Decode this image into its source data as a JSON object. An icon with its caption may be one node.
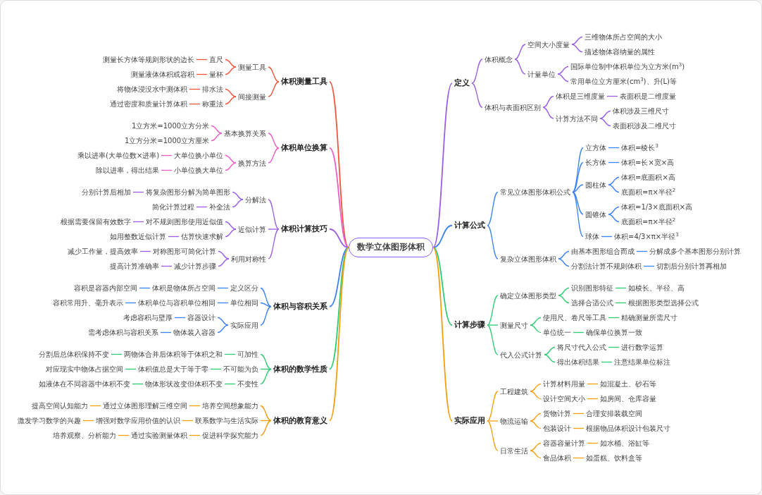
{
  "diagram": {
    "nodes": [
      {
        "text": [
          "数学立体图形体积"
        ]
      },
      {
        "text": [
          "定义"
        ]
      },
      {
        "text": [
          "体积概念"
        ]
      },
      {
        "text": [
          "空间大小度量"
        ]
      },
      {
        "text": [
          "三维物体所占空间的大小"
        ]
      },
      {
        "text": [
          "描述物体容纳量的属性"
        ]
      },
      {
        "text": [
          "计量单位"
        ]
      },
      {
        "text": [
          "国际单位制中体积单位为立方米(m$^{3}$)"
        ]
      },
      {
        "text": [
          "常用单位立方厘米(cm$^{3}$)、升(L)等"
        ]
      },
      {
        "text": [
          "体积与表面积区别"
        ]
      },
      {
        "text": [
          "体积是三维度量"
        ]
      },
      {
        "text": [
          "表面积是二维度量"
        ]
      },
      {
        "text": [
          "计算方法不同"
        ]
      },
      {
        "text": [
          "体积涉及三维尺寸"
        ]
      },
      {
        "text": [
          "表面积涉及二维尺寸"
        ]
      },
      {
        "text": [
          "计算公式"
        ]
      },
      {
        "text": [
          "常见立体图形体积公式"
        ]
      },
      {
        "text": [
          "立方体"
        ]
      },
      {
        "text": [
          "体积=棱长$^{3}$"
        ]
      },
      {
        "text": [
          "长方体"
        ]
      },
      {
        "text": [
          "体积=长×宽×高"
        ]
      },
      {
        "text": [
          "圆柱体"
        ]
      },
      {
        "text": [
          "体积=底面积×高"
        ]
      },
      {
        "text": [
          "底面积=π×半径$^{2}$"
        ]
      },
      {
        "text": [
          "圆锥体"
        ]
      },
      {
        "text": [
          "体积=1/3×底面积×高"
        ]
      },
      {
        "text": [
          "底面积=π×半径$^{2}$"
        ]
      },
      {
        "text": [
          "球体"
        ]
      },
      {
        "text": [
          "体积=4/3×π×半径$^{3}$"
        ]
      },
      {
        "text": [
          "复杂立体图形体积"
        ]
      },
      {
        "text": [
          "由基本图形组合而成"
        ]
      },
      {
        "text": [
          "分解成多个基本图形分别计算"
        ]
      },
      {
        "text": [
          "分割法计算不规则体积"
        ]
      },
      {
        "text": [
          "切割后分别计算再相加"
        ]
      },
      {
        "text": [
          "计算步骤"
        ]
      },
      {
        "text": [
          "确定立体图形类型"
        ]
      },
      {
        "text": [
          "识别图形特征"
        ]
      },
      {
        "text": [
          "如棱长、半径、高"
        ]
      },
      {
        "text": [
          "选择合适公式"
        ]
      },
      {
        "text": [
          "根据图形类型选择公式"
        ]
      },
      {
        "text": [
          "测量尺寸"
        ]
      },
      {
        "text": [
          "使用尺、卷尺等工具"
        ]
      },
      {
        "text": [
          "精确测量所需尺寸"
        ]
      },
      {
        "text": [
          "单位统一"
        ]
      },
      {
        "text": [
          "确保单位换算一致"
        ]
      },
      {
        "text": [
          "代入公式计算"
        ]
      },
      {
        "text": [
          "将尺寸代入公式"
        ]
      },
      {
        "text": [
          "进行数学运算"
        ]
      },
      {
        "text": [
          "得出体积结果"
        ]
      },
      {
        "text": [
          "注意结果单位标注"
        ]
      },
      {
        "text": [
          "实际应用"
        ]
      },
      {
        "text": [
          "工程建筑"
        ]
      },
      {
        "text": [
          "计算材料用量"
        ]
      },
      {
        "text": [
          "如混凝土、砂石等"
        ]
      },
      {
        "text": [
          "设计空间大小"
        ]
      },
      {
        "text": [
          "如房间、仓库容量"
        ]
      },
      {
        "text": [
          "物流运输"
        ]
      },
      {
        "text": [
          "货物计算"
        ]
      },
      {
        "text": [
          "合理安排装载空间"
        ]
      },
      {
        "text": [
          "包装设计"
        ]
      },
      {
        "text": [
          "根据物品体积设计包装尺寸"
        ]
      },
      {
        "text": [
          "日常生活"
        ]
      },
      {
        "text": [
          "容器容量计算"
        ]
      },
      {
        "text": [
          "如水桶、浴缸等"
        ]
      },
      {
        "text": [
          "食品体积"
        ]
      },
      {
        "text": [
          "如蛋糕、饮料盒等"
        ]
      },
      {
        "text": [
          "体积测量工具"
        ]
      },
      {
        "text": [
          "测量工具"
        ]
      },
      {
        "text": [
          "直尺"
        ]
      },
      {
        "text": [
          "测量长方体等规则形状的边长"
        ]
      },
      {
        "text": [
          "量杯"
        ]
      },
      {
        "text": [
          "测量液体体积或容积"
        ]
      },
      {
        "text": [
          "间接测量"
        ]
      },
      {
        "text": [
          "排水法"
        ]
      },
      {
        "text": [
          "将物体浸没水中测体积"
        ]
      },
      {
        "text": [
          "称重法"
        ]
      },
      {
        "text": [
          "通过密度和质量计算体积"
        ]
      },
      {
        "text": [
          "体积单位换算"
        ]
      },
      {
        "text": [
          "基本换算关系"
        ]
      },
      {
        "text": [
          "1立方米=1000立方分米"
        ]
      },
      {
        "text": [
          "1立方分米=1000立方厘米"
        ]
      },
      {
        "text": [
          "换算方法"
        ]
      },
      {
        "text": [
          "大单位换小单位"
        ]
      },
      {
        "text": [
          "乘以进率(大单位数×进率)"
        ]
      },
      {
        "text": [
          "小单位换大单位"
        ]
      },
      {
        "text": [
          "除以进率，得出结果"
        ]
      },
      {
        "text": [
          "体积计算技巧"
        ]
      },
      {
        "text": [
          "分解法"
        ]
      },
      {
        "text": [
          "将复杂图形分解为简单图形"
        ]
      },
      {
        "text": [
          "分别计算后相加"
        ]
      },
      {
        "text": [
          "补全法"
        ]
      },
      {
        "text": [
          "简化计算过程"
        ]
      },
      {
        "text": [
          "近似计算"
        ]
      },
      {
        "text": [
          "对不规则图形使用近似值"
        ]
      },
      {
        "text": [
          "根据需要保留有效数字"
        ]
      },
      {
        "text": [
          "估算快速求解"
        ]
      },
      {
        "text": [
          "如用整数近似计算"
        ]
      },
      {
        "text": [
          "利用对称性"
        ]
      },
      {
        "text": [
          "对称图形可简化计算"
        ]
      },
      {
        "text": [
          "减少工作量，提高效率"
        ]
      },
      {
        "text": [
          "减少计算步骤"
        ]
      },
      {
        "text": [
          "提高计算准确率"
        ]
      },
      {
        "text": [
          "体积与容积关系"
        ]
      },
      {
        "text": [
          "定义区分"
        ]
      },
      {
        "text": [
          "体积是物体所占空间"
        ]
      },
      {
        "text": [
          "容积是容器内部空间"
        ]
      },
      {
        "text": [
          "单位相同"
        ]
      },
      {
        "text": [
          "体积单位与容积单位相同"
        ]
      },
      {
        "text": [
          "容积常用升、毫升表示"
        ]
      },
      {
        "text": [
          "实际应用"
        ]
      },
      {
        "text": [
          "容器设计"
        ]
      },
      {
        "text": [
          "考虑容积与壁厚"
        ]
      },
      {
        "text": [
          "物体装入容器"
        ]
      },
      {
        "text": [
          "需考虑体积与容积关系"
        ]
      },
      {
        "text": [
          "体积的数学性质"
        ]
      },
      {
        "text": [
          "可加性"
        ]
      },
      {
        "text": [
          "两物体合并后体积等于体积之和"
        ]
      },
      {
        "text": [
          "分割后总体积保持不变"
        ]
      },
      {
        "text": [
          "不可能为负"
        ]
      },
      {
        "text": [
          "体积值总是大于等于零"
        ]
      },
      {
        "text": [
          "对应现实中物体占据空间"
        ]
      },
      {
        "text": [
          "不变性"
        ]
      },
      {
        "text": [
          "物体形状改变但体积不变"
        ]
      },
      {
        "text": [
          "如液体在不同容器中体积不变"
        ]
      },
      {
        "text": [
          "体积的教育意义"
        ]
      },
      {
        "text": [
          "培养空间想象能力"
        ]
      },
      {
        "text": [
          "通过立体图形理解三维空间"
        ]
      },
      {
        "text": [
          "提高空间认知能力"
        ]
      },
      {
        "text": [
          "联系数学与生活实际"
        ]
      },
      {
        "text": [
          "增强对数学应用价值的认识"
        ]
      },
      {
        "text": [
          "激发学习数学的兴趣"
        ]
      },
      {
        "text": [
          "促进科学探究能力"
        ]
      },
      {
        "text": [
          "通过实验测量体积"
        ]
      },
      {
        "text": [
          "培养观察、分析能力"
        ]
      }
    ],
    "edges": [
      {
        "from": 0,
        "to": 1,
        "arrow": "none",
        "color": "#9b5de5"
      },
      {
        "from": 1,
        "to": 2,
        "arrow": "none",
        "color": "#9b5de5"
      },
      {
        "from": 2,
        "to": 3,
        "arrow": "none",
        "color": "#9b5de5"
      },
      {
        "from": 3,
        "to": 4,
        "arrow": "none",
        "color": "#9b5de5"
      },
      {
        "from": 3,
        "to": 5,
        "arrow": "none",
        "color": "#9b5de5"
      },
      {
        "from": 2,
        "to": 6,
        "arrow": "none",
        "color": "#9b5de5"
      },
      {
        "from": 6,
        "to": 7,
        "arrow": "none",
        "color": "#9b5de5"
      },
      {
        "from": 6,
        "to": 8,
        "arrow": "none",
        "color": "#9b5de5"
      },
      {
        "from": 1,
        "to": 9,
        "arrow": "none",
        "color": "#9b5de5"
      },
      {
        "from": 9,
        "to": 10,
        "arrow": "none",
        "color": "#9b5de5"
      },
      {
        "from": 10,
        "to": 11,
        "arrow": "none",
        "color": "#9b5de5"
      },
      {
        "from": 9,
        "to": 12,
        "arrow": "none",
        "color": "#9b5de5"
      },
      {
        "from": 12,
        "to": 13,
        "arrow": "none",
        "color": "#9b5de5"
      },
      {
        "from": 12,
        "to": 14,
        "arrow": "none",
        "color": "#9b5de5"
      },
      {
        "from": 0,
        "to": 15,
        "arrow": "none",
        "color": "#3b82f6"
      },
      {
        "from": 15,
        "to": 16,
        "arrow": "none",
        "color": "#3b82f6"
      },
      {
        "from": 16,
        "to": 17,
        "arrow": "none",
        "color": "#3b82f6"
      },
      {
        "from": 17,
        "to": 18,
        "arrow": "none",
        "color": "#3b82f6"
      },
      {
        "from": 16,
        "to": 19,
        "arrow": "none",
        "color": "#3b82f6"
      },
      {
        "from": 19,
        "to": 20,
        "arrow": "none",
        "color": "#3b82f6"
      },
      {
        "from": 16,
        "to": 21,
        "arrow": "none",
        "color": "#3b82f6"
      },
      {
        "from": 21,
        "to": 22,
        "arrow": "none",
        "color": "#3b82f6"
      },
      {
        "from": 21,
        "to": 23,
        "arrow": "none",
        "color": "#3b82f6"
      },
      {
        "from": 16,
        "to": 24,
        "arrow": "none",
        "color": "#3b82f6"
      },
      {
        "from": 24,
        "to": 25,
        "arrow": "none",
        "color": "#3b82f6"
      },
      {
        "from": 24,
        "to": 26,
        "arrow": "none",
        "color": "#3b82f6"
      },
      {
        "from": 16,
        "to": 27,
        "arrow": "none",
        "color": "#3b82f6"
      },
      {
        "from": 27,
        "to": 28,
        "arrow": "none",
        "color": "#3b82f6"
      },
      {
        "from": 15,
        "to": 29,
        "arrow": "none",
        "color": "#3b82f6"
      },
      {
        "from": 29,
        "to": 30,
        "arrow": "none",
        "color": "#3b82f6"
      },
      {
        "from": 30,
        "to": 31,
        "arrow": "none",
        "color": "#3b82f6"
      },
      {
        "from": 29,
        "to": 32,
        "arrow": "none",
        "color": "#3b82f6"
      },
      {
        "from": 32,
        "to": 33,
        "arrow": "none",
        "color": "#3b82f6"
      },
      {
        "from": 0,
        "to": 34,
        "arrow": "none",
        "color": "#2ecc71"
      },
      {
        "from": 34,
        "to": 35,
        "arrow": "none",
        "color": "#2ecc71"
      },
      {
        "from": 35,
        "to": 36,
        "arrow": "none",
        "color": "#2ecc71"
      },
      {
        "from": 36,
        "to": 37,
        "arrow": "none",
        "color": "#2ecc71"
      },
      {
        "from": 35,
        "to": 38,
        "arrow": "none",
        "color": "#2ecc71"
      },
      {
        "from": 38,
        "to": 39,
        "arrow": "none",
        "color": "#2ecc71"
      },
      {
        "from": 34,
        "to": 40,
        "arrow": "none",
        "color": "#2ecc71"
      },
      {
        "from": 40,
        "to": 41,
        "arrow": "none",
        "color": "#2ecc71"
      },
      {
        "from": 41,
        "to": 42,
        "arrow": "none",
        "color": "#2ecc71"
      },
      {
        "from": 40,
        "to": 43,
        "arrow": "none",
        "color": "#2ecc71"
      },
      {
        "from": 43,
        "to": 44,
        "arrow": "none",
        "color": "#2ecc71"
      },
      {
        "from": 34,
        "to": 45,
        "arrow": "none",
        "color": "#2ecc71"
      },
      {
        "from": 45,
        "to": 46,
        "arrow": "none",
        "color": "#2ecc71"
      },
      {
        "from": 46,
        "to": 47,
        "arrow": "none",
        "color": "#2ecc71"
      },
      {
        "from": 45,
        "to": 48,
        "arrow": "none",
        "color": "#2ecc71"
      },
      {
        "from": 48,
        "to": 49,
        "arrow": "none",
        "color": "#2ecc71"
      },
      {
        "from": 0,
        "to": 50,
        "arrow": "none",
        "color": "#f59e0b"
      },
      {
        "from": 50,
        "to": 51,
        "arrow": "none",
        "color": "#f59e0b"
      },
      {
        "from": 51,
        "to": 52,
        "arrow": "none",
        "color": "#f59e0b"
      },
      {
        "from": 52,
        "to": 53,
        "arrow": "none",
        "color": "#f59e0b"
      },
      {
        "from": 51,
        "to": 54,
        "arrow": "none",
        "color": "#f59e0b"
      },
      {
        "from": 54,
        "to": 55,
        "arrow": "none",
        "color": "#f59e0b"
      },
      {
        "from": 50,
        "to": 56,
        "arrow": "none",
        "color": "#f59e0b"
      },
      {
        "from": 56,
        "to": 57,
        "arrow": "none",
        "color": "#f59e0b"
      },
      {
        "from": 57,
        "to": 58,
        "arrow": "none",
        "color": "#f59e0b"
      },
      {
        "from": 56,
        "to": 59,
        "arrow": "none",
        "color": "#f59e0b"
      },
      {
        "from": 59,
        "to": 60,
        "arrow": "none",
        "color": "#f59e0b"
      },
      {
        "from": 50,
        "to": 61,
        "arrow": "none",
        "color": "#f59e0b"
      },
      {
        "from": 61,
        "to": 62,
        "arrow": "none",
        "color": "#f59e0b"
      },
      {
        "from": 62,
        "to": 63,
        "arrow": "none",
        "color": "#f59e0b"
      },
      {
        "from": 61,
        "to": 64,
        "arrow": "none",
        "color": "#f59e0b"
      },
      {
        "from": 64,
        "to": 65,
        "arrow": "none",
        "color": "#f59e0b"
      },
      {
        "from": 0,
        "to": 66,
        "arrow": "none",
        "color": "#f0553a"
      },
      {
        "from": 66,
        "to": 67,
        "arrow": "none",
        "color": "#f0553a"
      },
      {
        "from": 67,
        "to": 68,
        "arrow": "none",
        "color": "#f0553a"
      },
      {
        "from": 68,
        "to": 69,
        "arrow": "none",
        "color": "#f0553a"
      },
      {
        "from": 67,
        "to": 70,
        "arrow": "none",
        "color": "#f0553a"
      },
      {
        "from": 70,
        "to": 71,
        "arrow": "none",
        "color": "#f0553a"
      },
      {
        "from": 66,
        "to": 72,
        "arrow": "none",
        "color": "#f0553a"
      },
      {
        "from": 72,
        "to": 73,
        "arrow": "none",
        "color": "#f0553a"
      },
      {
        "from": 73,
        "to": 74,
        "arrow": "none",
        "color": "#f0553a"
      },
      {
        "from": 72,
        "to": 75,
        "arrow": "none",
        "color": "#f0553a"
      },
      {
        "from": 75,
        "to": 76,
        "arrow": "none",
        "color": "#f0553a"
      },
      {
        "from": 0,
        "to": 77,
        "arrow": "none",
        "color": "#ec5cc9"
      },
      {
        "from": 77,
        "to": 78,
        "arrow": "none",
        "color": "#ec5cc9"
      },
      {
        "from": 78,
        "to": 79,
        "arrow": "none",
        "color": "#ec5cc9"
      },
      {
        "from": 78,
        "to": 80,
        "arrow": "none",
        "color": "#ec5cc9"
      },
      {
        "from": 77,
        "to": 81,
        "arrow": "none",
        "color": "#ec5cc9"
      },
      {
        "from": 81,
        "to": 82,
        "arrow": "none",
        "color": "#ec5cc9"
      },
      {
        "from": 82,
        "to": 83,
        "arrow": "none",
        "color": "#ec5cc9"
      },
      {
        "from": 81,
        "to": 84,
        "arrow": "none",
        "color": "#ec5cc9"
      },
      {
        "from": 84,
        "to": 85,
        "arrow": "none",
        "color": "#ec5cc9"
      },
      {
        "from": 0,
        "to": 86,
        "arrow": "none",
        "color": "#9b5de5"
      },
      {
        "from": 86,
        "to": 87,
        "arrow": "none",
        "color": "#9b5de5"
      },
      {
        "from": 87,
        "to": 88,
        "arrow": "none",
        "color": "#9b5de5"
      },
      {
        "from": 88,
        "to": 89,
        "arrow": "none",
        "color": "#9b5de5"
      },
      {
        "from": 87,
        "to": 90,
        "arrow": "none",
        "color": "#9b5de5"
      },
      {
        "from": 90,
        "to": 91,
        "arrow": "none",
        "color": "#9b5de5"
      },
      {
        "from": 86,
        "to": 92,
        "arrow": "none",
        "color": "#9b5de5"
      },
      {
        "from": 92,
        "to": 93,
        "arrow": "none",
        "color": "#9b5de5"
      },
      {
        "from": 93,
        "to": 94,
        "arrow": "none",
        "color": "#9b5de5"
      },
      {
        "from": 92,
        "to": 95,
        "arrow": "none",
        "color": "#9b5de5"
      },
      {
        "from": 95,
        "to": 96,
        "arrow": "none",
        "color": "#9b5de5"
      },
      {
        "from": 86,
        "to": 97,
        "arrow": "none",
        "color": "#9b5de5"
      },
      {
        "from": 97,
        "to": 98,
        "arrow": "none",
        "color": "#9b5de5"
      },
      {
        "from": 98,
        "to": 99,
        "arrow": "none",
        "color": "#9b5de5"
      },
      {
        "from": 97,
        "to": 100,
        "arrow": "none",
        "color": "#9b5de5"
      },
      {
        "from": 100,
        "to": 101,
        "arrow": "none",
        "color": "#9b5de5"
      },
      {
        "from": 0,
        "to": 102,
        "arrow": "none",
        "color": "#3b82f6"
      },
      {
        "from": 102,
        "to": 103,
        "arrow": "none",
        "color": "#3b82f6"
      },
      {
        "from": 103,
        "to": 104,
        "arrow": "none",
        "color": "#3b82f6"
      },
      {
        "from": 104,
        "to": 105,
        "arrow": "none",
        "color": "#3b82f6"
      },
      {
        "from": 102,
        "to": 106,
        "arrow": "none",
        "color": "#3b82f6"
      },
      {
        "from": 106,
        "to": 107,
        "arrow": "none",
        "color": "#3b82f6"
      },
      {
        "from": 107,
        "to": 108,
        "arrow": "none",
        "color": "#3b82f6"
      },
      {
        "from": 102,
        "to": 109,
        "arrow": "none",
        "color": "#3b82f6"
      },
      {
        "from": 109,
        "to": 110,
        "arrow": "none",
        "color": "#3b82f6"
      },
      {
        "from": 110,
        "to": 111,
        "arrow": "none",
        "color": "#3b82f6"
      },
      {
        "from": 109,
        "to": 112,
        "arrow": "none",
        "color": "#3b82f6"
      },
      {
        "from": 112,
        "to": 113,
        "arrow": "none",
        "color": "#3b82f6"
      },
      {
        "from": 0,
        "to": 114,
        "arrow": "none",
        "color": "#2ecc71"
      },
      {
        "from": 114,
        "to": 115,
        "arrow": "none",
        "color": "#2ecc71"
      },
      {
        "from": 115,
        "to": 116,
        "arrow": "none",
        "color": "#2ecc71"
      },
      {
        "from": 116,
        "to": 117,
        "arrow": "none",
        "color": "#2ecc71"
      },
      {
        "from": 114,
        "to": 118,
        "arrow": "none",
        "color": "#2ecc71"
      },
      {
        "from": 118,
        "to": 119,
        "arrow": "none",
        "color": "#2ecc71"
      },
      {
        "from": 119,
        "to": 120,
        "arrow": "none",
        "color": "#2ecc71"
      },
      {
        "from": 114,
        "to": 121,
        "arrow": "none",
        "color": "#2ecc71"
      },
      {
        "from": 121,
        "to": 122,
        "arrow": "none",
        "color": "#2ecc71"
      },
      {
        "from": 122,
        "to": 123,
        "arrow": "none",
        "color": "#2ecc71"
      },
      {
        "from": 0,
        "to": 124,
        "arrow": "none",
        "color": "#f59e0b"
      },
      {
        "from": 124,
        "to": 125,
        "arrow": "none",
        "color": "#f59e0b"
      },
      {
        "from": 125,
        "to": 126,
        "arrow": "none",
        "color": "#f59e0b"
      },
      {
        "from": 126,
        "to": 127,
        "arrow": "none",
        "color": "#f59e0b"
      },
      {
        "from": 124,
        "to": 128,
        "arrow": "none",
        "color": "#f59e0b"
      },
      {
        "from": 128,
        "to": 129,
        "arrow": "none",
        "color": "#f59e0b"
      },
      {
        "from": 129,
        "to": 130,
        "arrow": "none",
        "color": "#f59e0b"
      },
      {
        "from": 124,
        "to": 131,
        "arrow": "none",
        "color": "#f59e0b"
      },
      {
        "from": 131,
        "to": 132,
        "arrow": "none",
        "color": "#f59e0b"
      },
      {
        "from": 132,
        "to": 133,
        "arrow": "none",
        "color": "#f59e0b"
      }
    ]
  }
}
